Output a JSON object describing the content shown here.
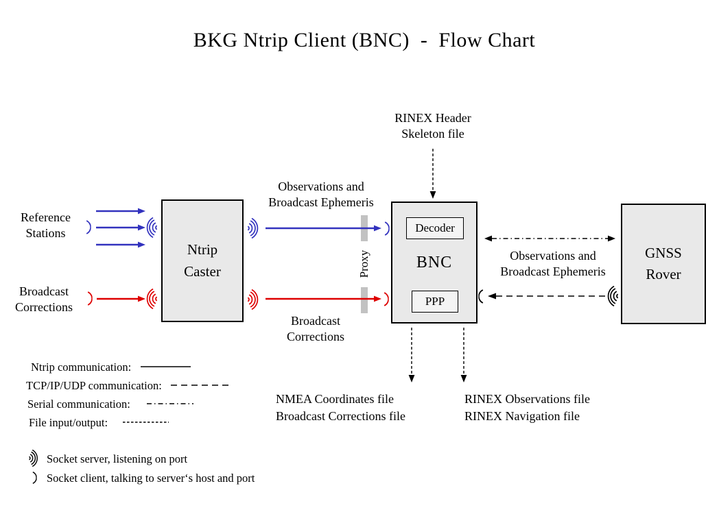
{
  "title": "BKG Ntrip Client (BNC)  -  Flow Chart",
  "colors": {
    "blue": "#3232bE",
    "red": "#de0000",
    "boxfill": "#e9e9e9",
    "innerfill": "#f4f4f4",
    "proxybar": "#c2c2c2"
  },
  "nodes": {
    "ntrip_caster": "Ntrip\nCaster",
    "bnc": "BNC",
    "decoder": "Decoder",
    "ppp": "PPP",
    "gnss_rover": "GNSS\nRover",
    "proxy": "Proxy"
  },
  "labels": {
    "rinex_header": "RINEX Header\nSkeleton file",
    "reference_stations": "Reference\nStations",
    "broadcast_corrections_left": "Broadcast\nCorrections",
    "obs_ephemeris_mid": "Observations and\nBroadcast Ephemeris",
    "broadcast_corrections_mid": "Broadcast\nCorrections",
    "obs_ephemeris_right": "Observations and\nBroadcast Ephemeris",
    "nmea_files": "NMEA Coordinates file\nBroadcast Corrections file",
    "rinex_files": "RINEX Observations file\nRINEX Navigation file"
  },
  "legend": {
    "items": [
      {
        "label": "Ntrip communication:",
        "style": "solid"
      },
      {
        "label": "TCP/IP/UDP communication:",
        "style": "dashed"
      },
      {
        "label": "Serial communication:",
        "style": "dashdot"
      },
      {
        "label": "File input/output:",
        "style": "finedash"
      }
    ],
    "socket_server": "Socket server, listening on port",
    "socket_client": "Socket client, talking to server‘s host and port"
  },
  "icons": {
    "socket_server": "three nested arcs ))) radio-wave glyph",
    "socket_client": "single arc ) glyph"
  }
}
